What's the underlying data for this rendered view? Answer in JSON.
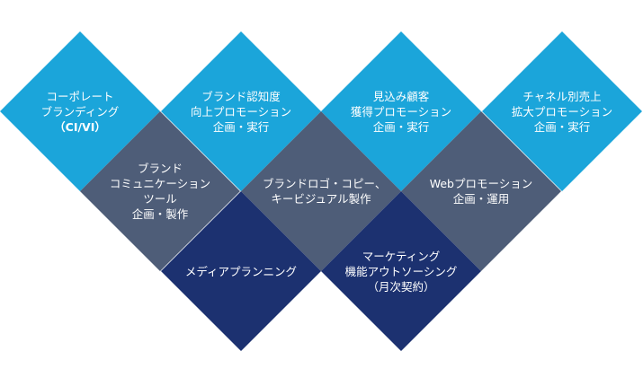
{
  "colors": {
    "light_blue": "#1ba5da",
    "slate": "#4e5d78",
    "navy": "#1c3170",
    "text": "#ffffff"
  },
  "diamonds": [
    {
      "lines": [
        "コーポレート",
        "ブランディング",
        "（CI/VI）"
      ]
    },
    {
      "lines": [
        "ブランド認知度",
        "向上プロモーション",
        "企画・実行"
      ]
    },
    {
      "lines": [
        "見込み顧客",
        "獲得プロモーション",
        "企画・実行"
      ]
    },
    {
      "lines": [
        "チャネル別売上",
        "拡大プロモーション",
        "企画・実行"
      ]
    },
    {
      "lines": [
        "ブランド",
        "コミュニケーション",
        "ツール",
        "企画・製作"
      ]
    },
    {
      "lines": [
        "ブランドロゴ・コピー、",
        "キービジュアル製作"
      ]
    },
    {
      "lines": [
        "Webプロモーション",
        "企画・運用"
      ]
    },
    {
      "lines": [
        "メディアプランニング"
      ]
    },
    {
      "lines": [
        "マーケティング",
        "機能アウトソーシング",
        "（月次契約）"
      ]
    }
  ]
}
